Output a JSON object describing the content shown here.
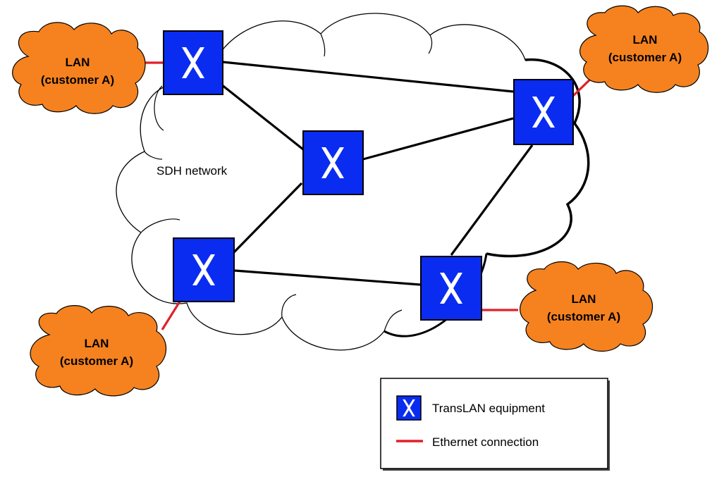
{
  "network": {
    "label": "SDH network"
  },
  "lan_clouds": [
    {
      "id": "lan-top-left",
      "line1": "LAN",
      "line2": "(customer A)"
    },
    {
      "id": "lan-top-right",
      "line1": "LAN",
      "line2": "(customer A)"
    },
    {
      "id": "lan-bottom-left",
      "line1": "LAN",
      "line2": "(customer A)"
    },
    {
      "id": "lan-bottom-right",
      "line1": "LAN",
      "line2": "(customer A)"
    }
  ],
  "legend": {
    "equipment_label": "TransLAN equipment",
    "connection_label": "Ethernet connection"
  },
  "colors": {
    "equipment_fill": "#0a2cf0",
    "lan_fill": "#f5821f",
    "ethernet_line": "#e0202a",
    "sdh_line": "#000000"
  },
  "icons": {
    "equipment": "translan-x-icon"
  }
}
